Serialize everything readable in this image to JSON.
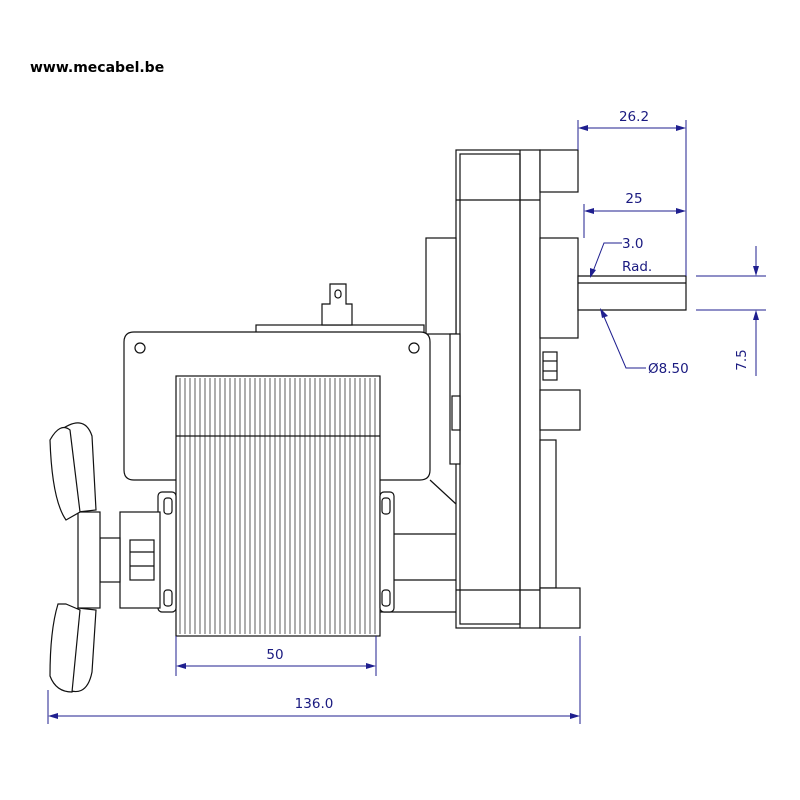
{
  "header": {
    "website": "www.mecabel.be"
  },
  "dimensions": {
    "gear_top_width": "26.2",
    "shaft_length": "25",
    "shaft_radius_value": "3.0",
    "shaft_radius_unit": "Rad.",
    "shaft_diameter": "Ø8.50",
    "shaft_flat": "7.5",
    "stator_width": "50",
    "overall_length": "136.0"
  },
  "colors": {
    "dimension": "#1f1f8f",
    "outline": "#111111",
    "background": "#ffffff"
  }
}
